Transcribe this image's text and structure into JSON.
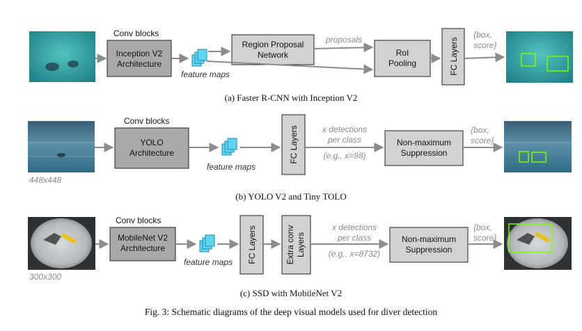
{
  "panel_a": {
    "conv_label": "Conv blocks",
    "backbone": [
      "Inception V2",
      "Architecture"
    ],
    "feature_maps": "feature maps",
    "rpn": [
      "Region Proposal",
      "Network"
    ],
    "proposals": "proposals",
    "roi": [
      "RoI",
      "Pooling"
    ],
    "fc": "FC Layers",
    "output": [
      "{box,",
      "score}"
    ],
    "caption": "(a) Faster R-CNN with Inception V2"
  },
  "panel_b": {
    "conv_label": "Conv blocks",
    "backbone": [
      "YOLO",
      "Architecture"
    ],
    "feature_maps": "feature maps",
    "fc": "FC Layers",
    "detections": [
      "x detections",
      "per class",
      "(e.g., x=98)"
    ],
    "nms": [
      "Non-maximum",
      "Suppression"
    ],
    "output": [
      "{box,",
      "score}"
    ],
    "input_size": "448x448",
    "caption": "(b) YOLO V2 and Tiny TOLO"
  },
  "panel_c": {
    "conv_label": "Conv blocks",
    "backbone": [
      "MobileNet V2",
      "Architecture"
    ],
    "feature_maps": "feature maps",
    "fc": "FC Layers",
    "extra": [
      "Extra conv",
      "Layers"
    ],
    "detections": [
      "x detections",
      "per class",
      "(e.g., x=8732)"
    ],
    "nms": [
      "Non-maximum",
      "Suppression"
    ],
    "output": [
      "{box,",
      "score}"
    ],
    "input_size": "300x300",
    "caption": "(c) SSD with MobileNet V2"
  },
  "figure_caption": "Fig. 3: Schematic diagrams of the deep visual models used for diver detection",
  "colors": {
    "box_dark": "#a9a9a9",
    "box_light": "#d2d2d2",
    "arrow": "#8c8c8c",
    "feature_map": "#5fd3f0",
    "detection_box": "#7CFC00",
    "underwater_a": "#3aa6a8",
    "underwater_b": "#4d8fa6",
    "underwater_c": "#8a8f94"
  }
}
